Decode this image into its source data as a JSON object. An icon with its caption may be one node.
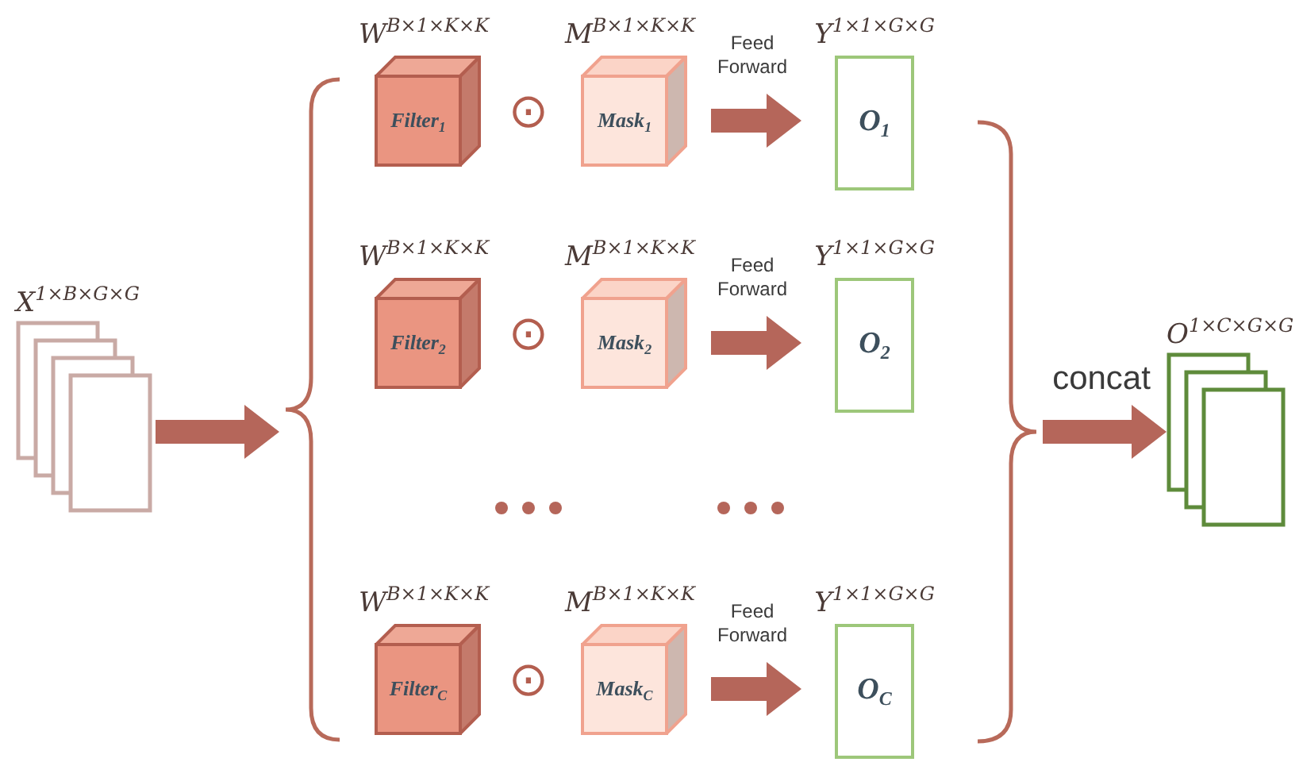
{
  "diagram": {
    "nodes": [
      {
        "text": [
          "X$^{1×B×G×G}$"
        ]
      },
      {
        "text": [],
        "shape": "bracket"
      },
      {
        "text": [
          "W$^{B×1×K×K}$",
          "Filter$_{1}$"
        ]
      },
      {
        "text": [
          "M$^{B×1×K×K}$",
          "Mask$_{1}$"
        ]
      },
      {
        "text": [
          "Y$^{1×1×G×G}$",
          "O$_{1}$"
        ]
      },
      {
        "text": [
          "W$^{B×1×K×K}$",
          "Filter$_{2}$"
        ]
      },
      {
        "text": [
          "M$^{B×1×K×K}$",
          "Mask$_{2}$"
        ]
      },
      {
        "text": [
          "Y$^{1×1×G×G}$",
          "O$_{2}$"
        ]
      },
      {
        "text": [
          "W$^{B×1×K×K}$",
          "Filter$_{C}$"
        ]
      },
      {
        "text": [
          "M$^{B×1×K×K}$",
          "Mask$_{C}$"
        ]
      },
      {
        "text": [
          "Y$^{1×1×G×G}$",
          "O$_{C}$"
        ]
      },
      {
        "text": [],
        "shape": "bracket"
      },
      {
        "text": [
          "O$^{1×C×G×G}$"
        ]
      }
    ],
    "edges": [
      {
        "from": 0,
        "to": 1,
        "arrow": "to"
      },
      {
        "from": 3,
        "to": 4,
        "arrow": "to",
        "label": "Feed Forward"
      },
      {
        "from": 6,
        "to": 7,
        "arrow": "to",
        "label": "Feed Forward"
      },
      {
        "from": 9,
        "to": 10,
        "arrow": "to",
        "label": "Feed Forward"
      },
      {
        "from": 11,
        "to": 12,
        "arrow": "to",
        "label": "concat"
      }
    ],
    "labels": [
      "⊙",
      "⊙",
      "⊙"
    ]
  }
}
